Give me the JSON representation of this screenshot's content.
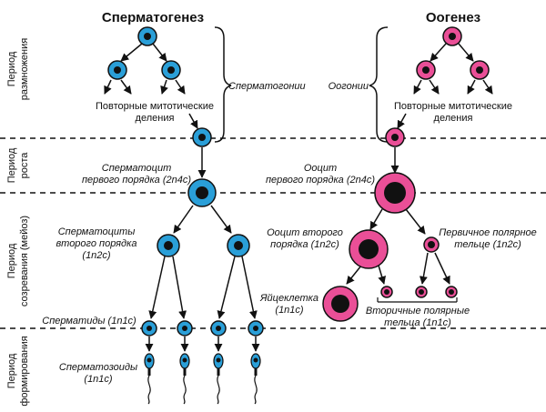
{
  "headers": {
    "left": "Сперматогенез",
    "right": "Оогенез"
  },
  "periods": [
    {
      "lines": [
        "Период",
        "размножения"
      ]
    },
    {
      "lines": [
        "Период",
        "роста"
      ]
    },
    {
      "lines": [
        "Период",
        "созревания (мейоз)"
      ]
    },
    {
      "lines": [
        "Период",
        "формирования"
      ]
    }
  ],
  "left": {
    "mitotic_lines": [
      "Повторные митотические",
      "деления"
    ],
    "spermatogonia": "Сперматогонии",
    "spermatocyte1": [
      "Сперматоцит",
      "первого порядка (2n4c)"
    ],
    "spermatocyte2": [
      "Сперматоциты",
      "второго порядка",
      "(1n2c)"
    ],
    "spermatids": "Сперматиды (1n1c)",
    "spermatozoa": [
      "Сперматозоиды",
      "(1n1c)"
    ]
  },
  "right": {
    "mitotic_lines": [
      "Повторные митотические",
      "деления"
    ],
    "oogonia": "Оогонии",
    "oocyte1": [
      "Ооцит",
      "первого порядка (2n4c)"
    ],
    "oocyte2": [
      "Ооцит второго",
      "порядка (1n2c)"
    ],
    "polar1": [
      "Первичное полярное",
      "тельце (1n2c)"
    ],
    "egg": [
      "Яйцеклетка",
      "(1n1c)"
    ],
    "polar2": [
      "Вторичные полярные",
      "тельца (1n1c)"
    ]
  },
  "colors": {
    "sperm_cell": "#2a9fd8",
    "egg_cell": "#ea4f97",
    "nucleus": "#111111",
    "line": "#111111"
  },
  "icons": {
    "bracket": "curly-brace",
    "tail": "sperm-tail"
  }
}
